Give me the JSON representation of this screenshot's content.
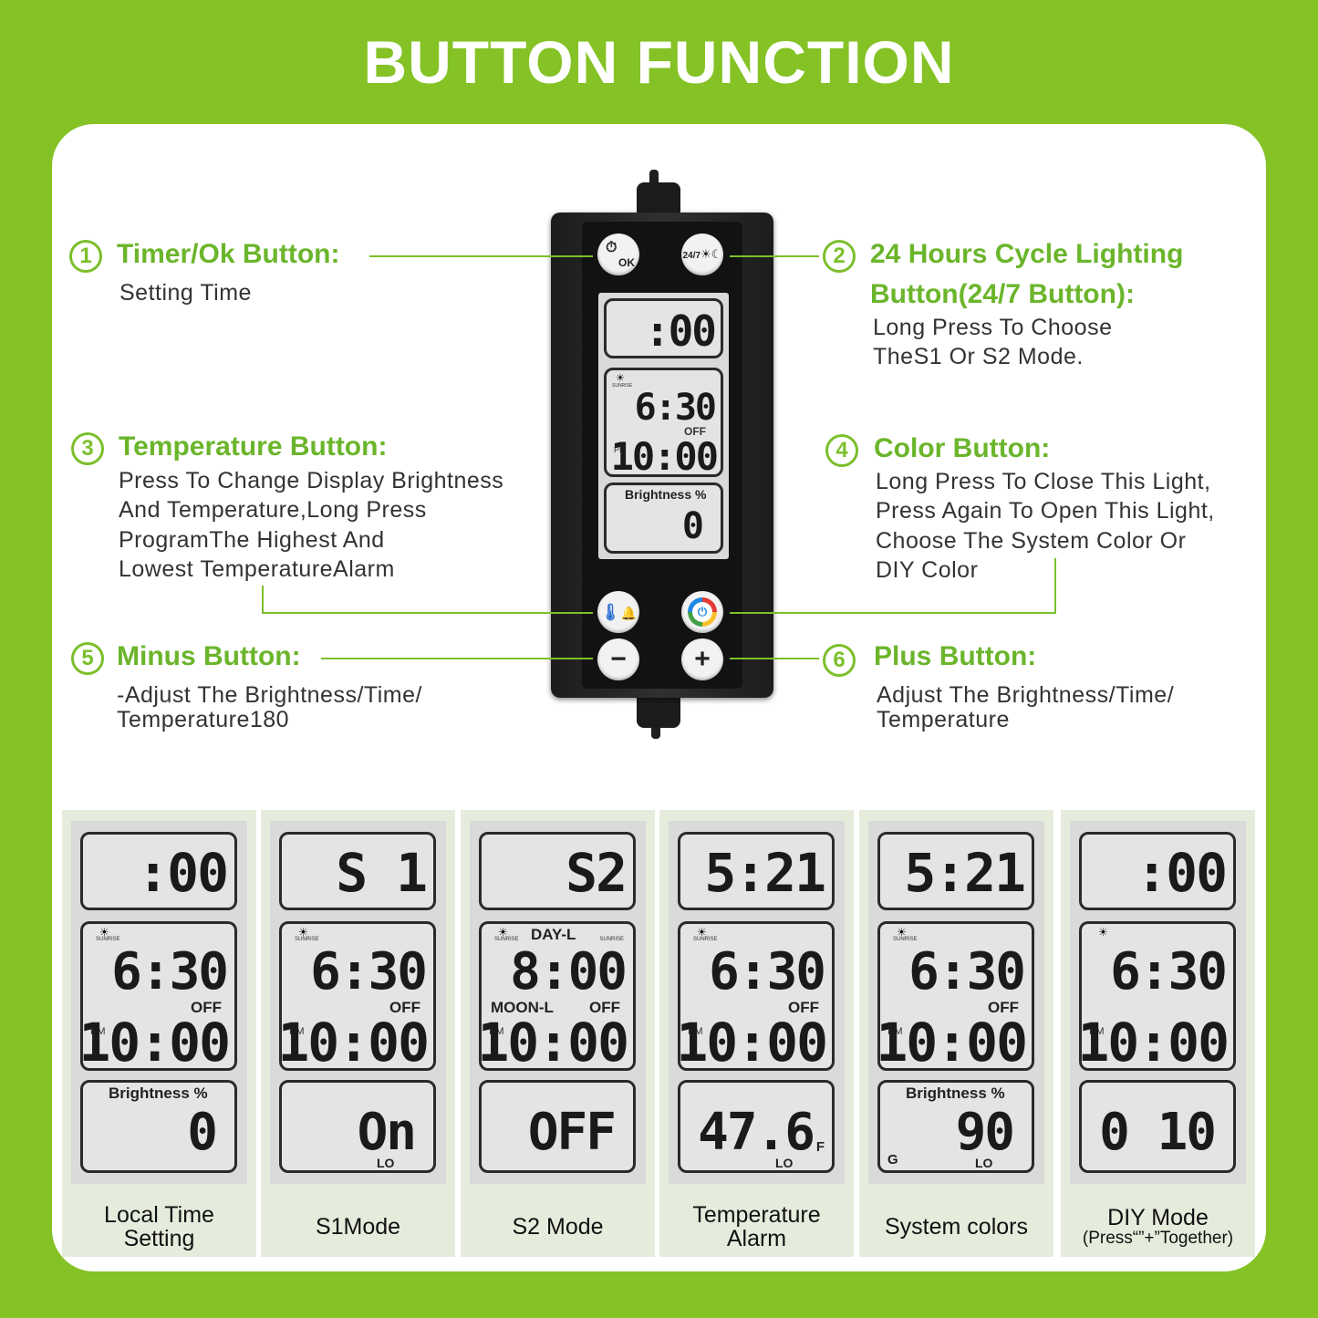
{
  "title": "BUTTON FUNCTION",
  "device": {
    "btn_timer_icon": "timer-ok-icon",
    "btn_timer_text": "OK",
    "btn_247_icon": "sun-moon-24-7-icon",
    "btn_247_text": "24/7",
    "btn_temp_icon": "thermometer-bell-icon",
    "btn_color_icon": "power-color-ring-icon",
    "btn_minus": "−",
    "btn_plus": "+",
    "lcd": {
      "top": ":00",
      "sunrise": "SUNRISE",
      "on_time": "6:30",
      "off": "OFF",
      "pm": "PM",
      "off_time": "10:00",
      "brightness_label": "Brightness %",
      "brightness_value": "0"
    }
  },
  "labels": [
    {
      "num": "1",
      "title": "Timer/Ok Button:",
      "desc": "Setting Time"
    },
    {
      "num": "2",
      "title": "24 Hours Cycle Lighting Button(24/7 Button):",
      "title_line1": "24 Hours Cycle Lighting",
      "title_line2": "Button(24/7 Button):",
      "desc": "Long Press To Choose TheS1 Or S2 Mode.",
      "desc_line1": "Long Press To Choose",
      "desc_line2": "TheS1 Or S2 Mode."
    },
    {
      "num": "3",
      "title": "Temperature Button:",
      "desc_line1": "Press To Change Display Brightness",
      "desc_line2": "And Temperature,Long Press",
      "desc_line3": "ProgramThe Highest And",
      "desc_line4": "Lowest TemperatureAlarm"
    },
    {
      "num": "4",
      "title": "Color Button:",
      "desc_line1": "Long Press To Close This Light,",
      "desc_line2": "Press Again To Open This Light,",
      "desc_line3": "Choose The System Color Or",
      "desc_line4": "DIY Color"
    },
    {
      "num": "5",
      "title": "Minus Button:",
      "desc_line1": "-Adjust The Brightness/Time/",
      "desc_line2": "Temperature180"
    },
    {
      "num": "6",
      "title": "Plus Button:",
      "desc_line1": "Adjust The Brightness/Time/",
      "desc_line2": "Temperature"
    }
  ],
  "modes": [
    {
      "label_line1": "Local Time",
      "label_line2": "Setting",
      "top": ":00",
      "sunrise": "SUNRISE",
      "on_time": "6:30",
      "off": "OFF",
      "pm": "PM",
      "off_time": "10:00",
      "bright_label": "Brightness %",
      "bottom": "0",
      "lo": ""
    },
    {
      "label_line1": "S1Mode",
      "label_line2": "",
      "top": "S 1",
      "sunrise": "SUNRISE",
      "on_time": "6:30",
      "off": "OFF",
      "pm": "PM",
      "off_time": "10:00",
      "bright_label": "",
      "bottom": "On",
      "lo": "LO"
    },
    {
      "label_line1": "S2 Mode",
      "label_line2": "",
      "top": "S2",
      "sunrise": "SUNRISE",
      "sunrise2": "SUNRISE",
      "day": "DAY-L",
      "moon": "MOON-L",
      "on_time": "8:00",
      "off": "OFF",
      "pm": "PM",
      "off_time": "10:00",
      "bright_label": "",
      "bottom": "OFF",
      "lo": ""
    },
    {
      "label_line1": "Temperature",
      "label_line2": "Alarm",
      "top": "5:21",
      "sunrise": "SUNRISE",
      "on_time": "6:30",
      "off": "OFF",
      "pm": "PM",
      "off_time": "10:00",
      "bright_label": "",
      "bottom": "47.6",
      "unit": "F",
      "lo": "LO"
    },
    {
      "label_line1": "System colors",
      "label_line2": "",
      "top": "5:21",
      "sunrise": "SUNRISE",
      "on_time": "6:30",
      "off": "OFF",
      "pm": "PM",
      "off_time": "10:00",
      "bright_label": "Brightness %",
      "bottom": "90",
      "g": "G",
      "lo": "LO"
    },
    {
      "label_line1": "DIY Mode",
      "label_line2": "(Press“”+”Together)",
      "top": ":00",
      "sunrise": "",
      "on_time": "6:30",
      "off": "",
      "pm": "PM",
      "off_time": "10:00",
      "bright_label": "",
      "bottom": "0 10",
      "lo": ""
    }
  ],
  "colors": {
    "brand_green": "#84c225",
    "label_green": "#6bb52b"
  }
}
